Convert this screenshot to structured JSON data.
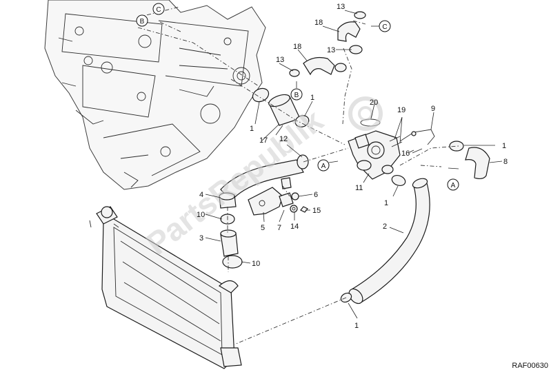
{
  "diagram_ref": "RAF00630",
  "watermark": "PartsRepublik",
  "part_labels": [
    "1",
    "1",
    "1",
    "1",
    "1",
    "2",
    "3",
    "4",
    "5",
    "6",
    "7",
    "8",
    "9",
    "10",
    "10",
    "11",
    "12",
    "13",
    "13",
    "13",
    "14",
    "15",
    "16",
    "17",
    "18",
    "18",
    "19",
    "20"
  ],
  "connectors": [
    "A",
    "A",
    "B",
    "B",
    "C",
    "C"
  ]
}
